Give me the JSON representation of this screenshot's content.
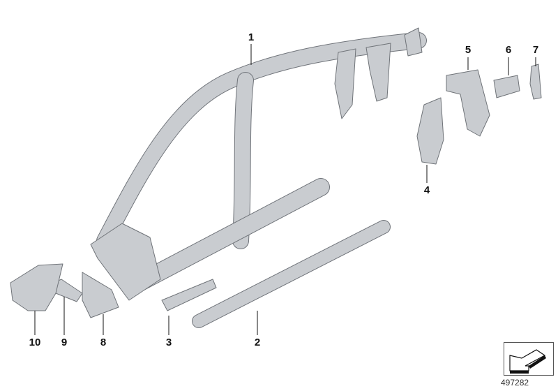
{
  "diagram": {
    "callouts": [
      "1",
      "2",
      "3",
      "4",
      "5",
      "6",
      "7",
      "8",
      "9",
      "10"
    ],
    "diagram_id": "497282",
    "nav_icon": "arrow-back-icon",
    "part_color": "#c9ccd0"
  }
}
